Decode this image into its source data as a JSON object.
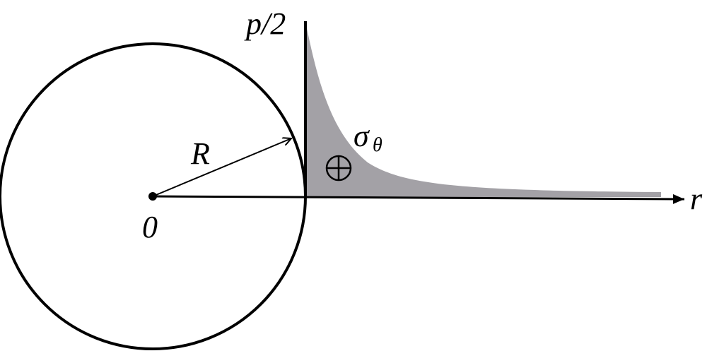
{
  "labels": {
    "axis_top": "p/2",
    "axis_right": "r",
    "origin": "0",
    "radius": "R",
    "stress_symbol": "σ",
    "stress_subscript": "θ"
  },
  "colors": {
    "stroke": "#000000",
    "stress_fill": "#a3a1a6",
    "background": "#ffffff"
  },
  "icons": {
    "tension_marker": "circled-plus-icon"
  }
}
